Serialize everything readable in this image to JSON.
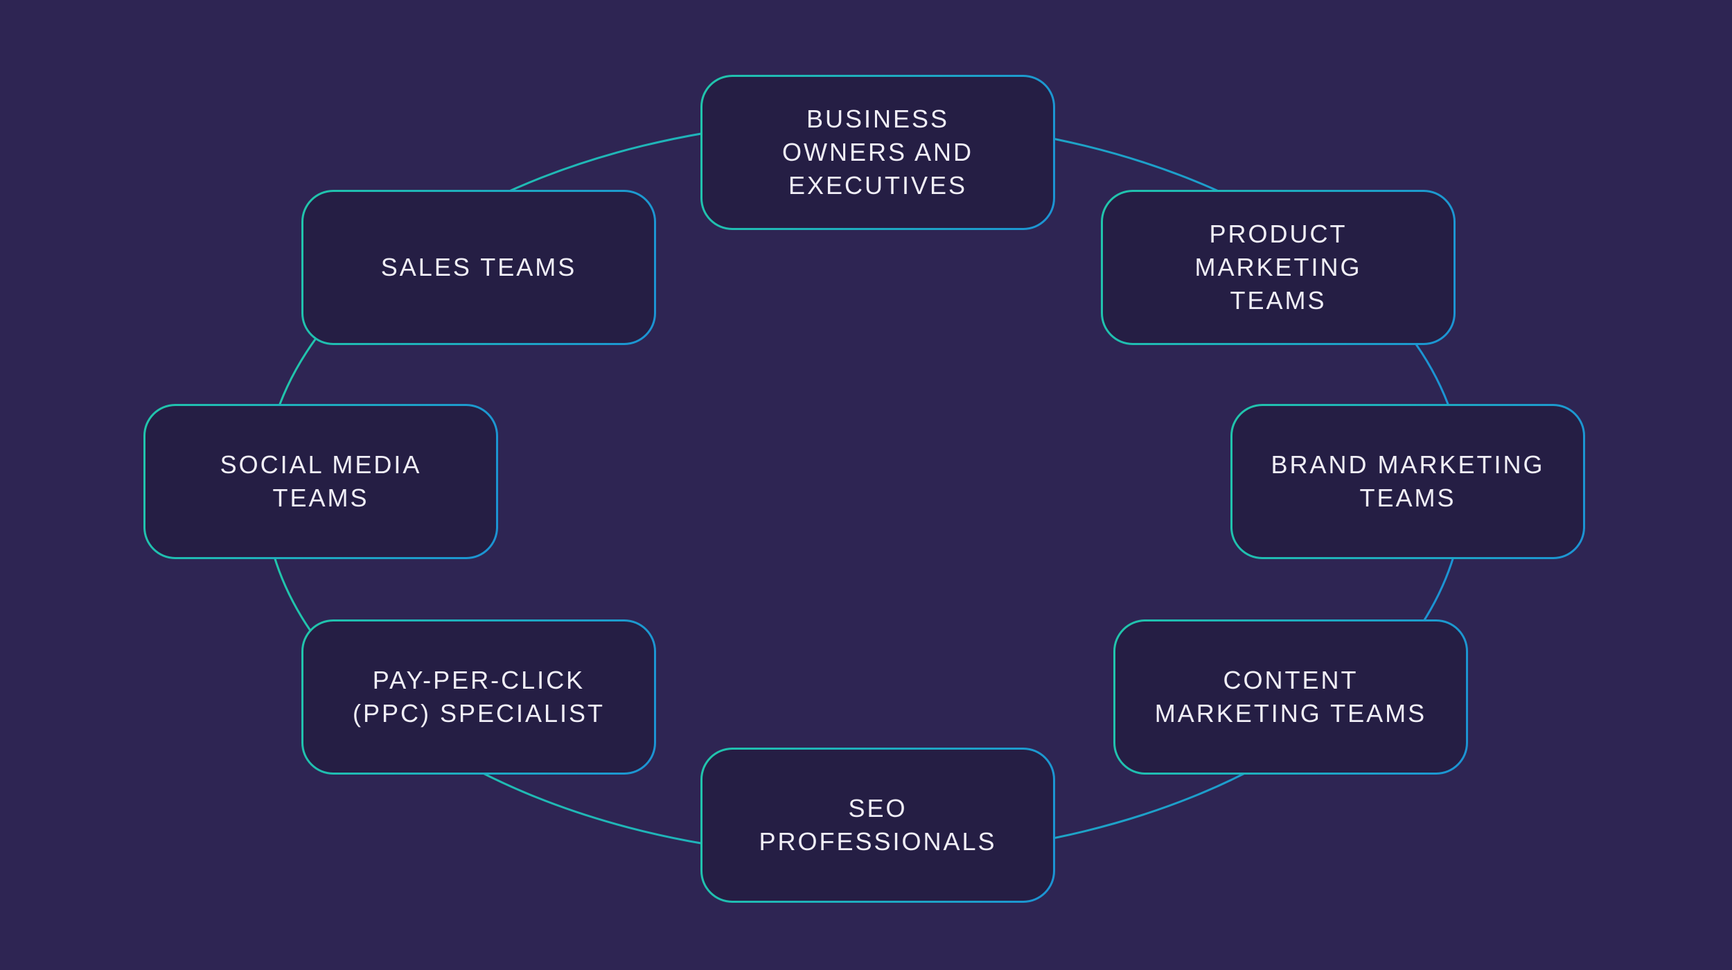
{
  "colors": {
    "background": "#2e2553",
    "node_fill": "#251e44",
    "border_gradient_start": "#21c5ab",
    "border_gradient_end": "#1c93d4",
    "text": "#f1eff7"
  },
  "diagram": {
    "type": "cycle",
    "nodes": [
      {
        "id": "business-owners-and-executives",
        "label": "BUSINESS\nOWNERS AND\nEXECUTIVES"
      },
      {
        "id": "product-marketing-teams",
        "label": "PRODUCT\nMARKETING\nTEAMS"
      },
      {
        "id": "brand-marketing-teams",
        "label": "BRAND MARKETING\nTEAMS"
      },
      {
        "id": "content-marketing-teams",
        "label": "CONTENT\nMARKETING TEAMS"
      },
      {
        "id": "seo-professionals",
        "label": "SEO\nPROFESSIONALS"
      },
      {
        "id": "pay-per-click-ppc-specialist",
        "label": "PAY-PER-CLICK\n(PPC) SPECIALIST"
      },
      {
        "id": "social-media-teams",
        "label": "SOCIAL MEDIA\nTEAMS"
      },
      {
        "id": "sales-teams",
        "label": "SALES TEAMS"
      }
    ]
  }
}
